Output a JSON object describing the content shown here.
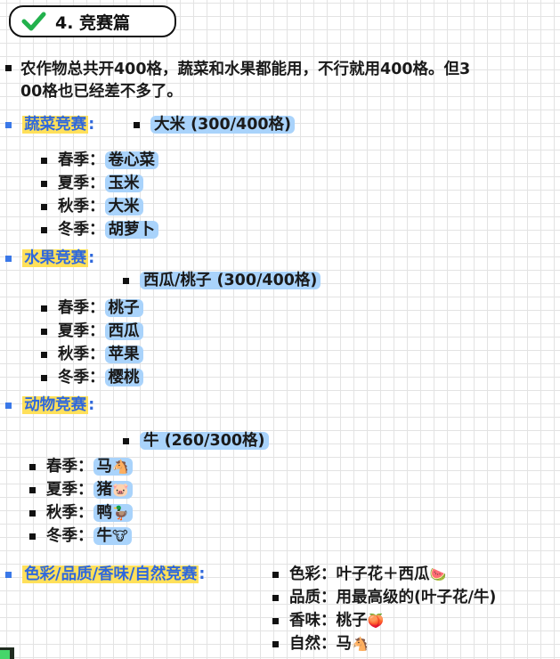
{
  "title": {
    "icon": "check-icon",
    "text": "4. 竞赛篇",
    "check_color": "#22b14c"
  },
  "intro": "农作物总共开400格，蔬菜和水果都能用，不行就用400格。但300格也已经差不多了。",
  "intro_lines": [
    "农作物总共开400格，蔬菜和水果都能用，不行就用400格。但3",
    "00格也已经差不多了。"
  ],
  "sections": [
    {
      "heading": "蔬菜竞赛",
      "colon": ":",
      "main": "大米 (300/400格)",
      "seasons": [
        {
          "label": "春季：",
          "value": "卷心菜"
        },
        {
          "label": "夏季：",
          "value": "玉米"
        },
        {
          "label": "秋季：",
          "value": "大米"
        },
        {
          "label": "冬季：",
          "value": "胡萝卜"
        }
      ]
    },
    {
      "heading": "水果竞赛",
      "colon": ":",
      "main": "西瓜/桃子 (300/400格)",
      "seasons": [
        {
          "label": "春季：",
          "value": "桃子"
        },
        {
          "label": "夏季：",
          "value": "西瓜"
        },
        {
          "label": "秋季：",
          "value": "苹果"
        },
        {
          "label": "冬季：",
          "value": "樱桃"
        }
      ]
    },
    {
      "heading": "动物竞赛",
      "colon": ":",
      "main": "牛 (260/300格)",
      "seasons": [
        {
          "label": "春季：",
          "value": "马",
          "emoji": "🐴"
        },
        {
          "label": "夏季：",
          "value": "猪",
          "emoji": "🐷"
        },
        {
          "label": "秋季：",
          "value": "鸭",
          "emoji": "🦆"
        },
        {
          "label": "冬季：",
          "value": "牛",
          "emoji": "🐮"
        }
      ]
    },
    {
      "heading": "色彩/品质/香味/自然竞赛",
      "colon": ":",
      "items": [
        {
          "label": "色彩：",
          "value": "叶子花＋西瓜",
          "emoji": "🍉"
        },
        {
          "label": "品质：",
          "value": "用最高级的(叶子花/牛)"
        },
        {
          "label": "香味：",
          "value": "桃子",
          "emoji": "🍑"
        },
        {
          "label": "自然：",
          "value": "马",
          "emoji": "🐴"
        }
      ]
    }
  ],
  "colors": {
    "heading_text": "#2f68dc",
    "heading_highlight": "#ffe05a",
    "value_highlight": "#a9d3fb"
  }
}
